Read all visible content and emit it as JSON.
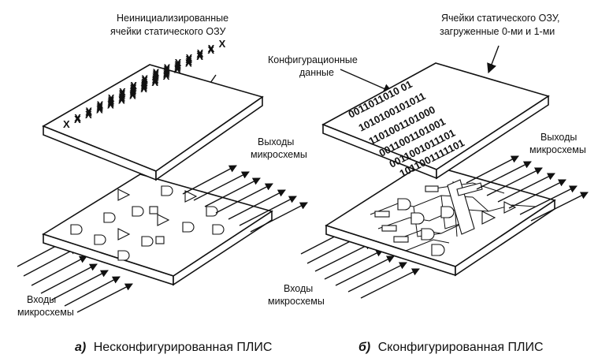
{
  "left": {
    "top_label": [
      "Неинициализированные",
      "ячейки статического ОЗУ"
    ],
    "outputs_label": [
      "Выходы",
      "микросхемы"
    ],
    "inputs_label": [
      "Входы",
      "микросхемы"
    ],
    "cell_symbol": "X",
    "caption_letter": "а)",
    "caption_text": "Несконфигурированная ПЛИС"
  },
  "right": {
    "top_label": [
      "Ячейки статического ОЗУ,",
      "загруженные 0-ми и 1-ми"
    ],
    "config_label": [
      "Конфигурационные",
      "данные"
    ],
    "outputs_label": [
      "Выходы",
      "микросхемы"
    ],
    "inputs_label": [
      "Входы",
      "микросхемы"
    ],
    "bit_rows": [
      "0011011010 01",
      "1010100101011",
      "1101001101000",
      "0011001101001",
      "0011001011101",
      "1011001111101"
    ],
    "caption_letter": "б)",
    "caption_text": "Сконфигурированная ПЛИС"
  }
}
